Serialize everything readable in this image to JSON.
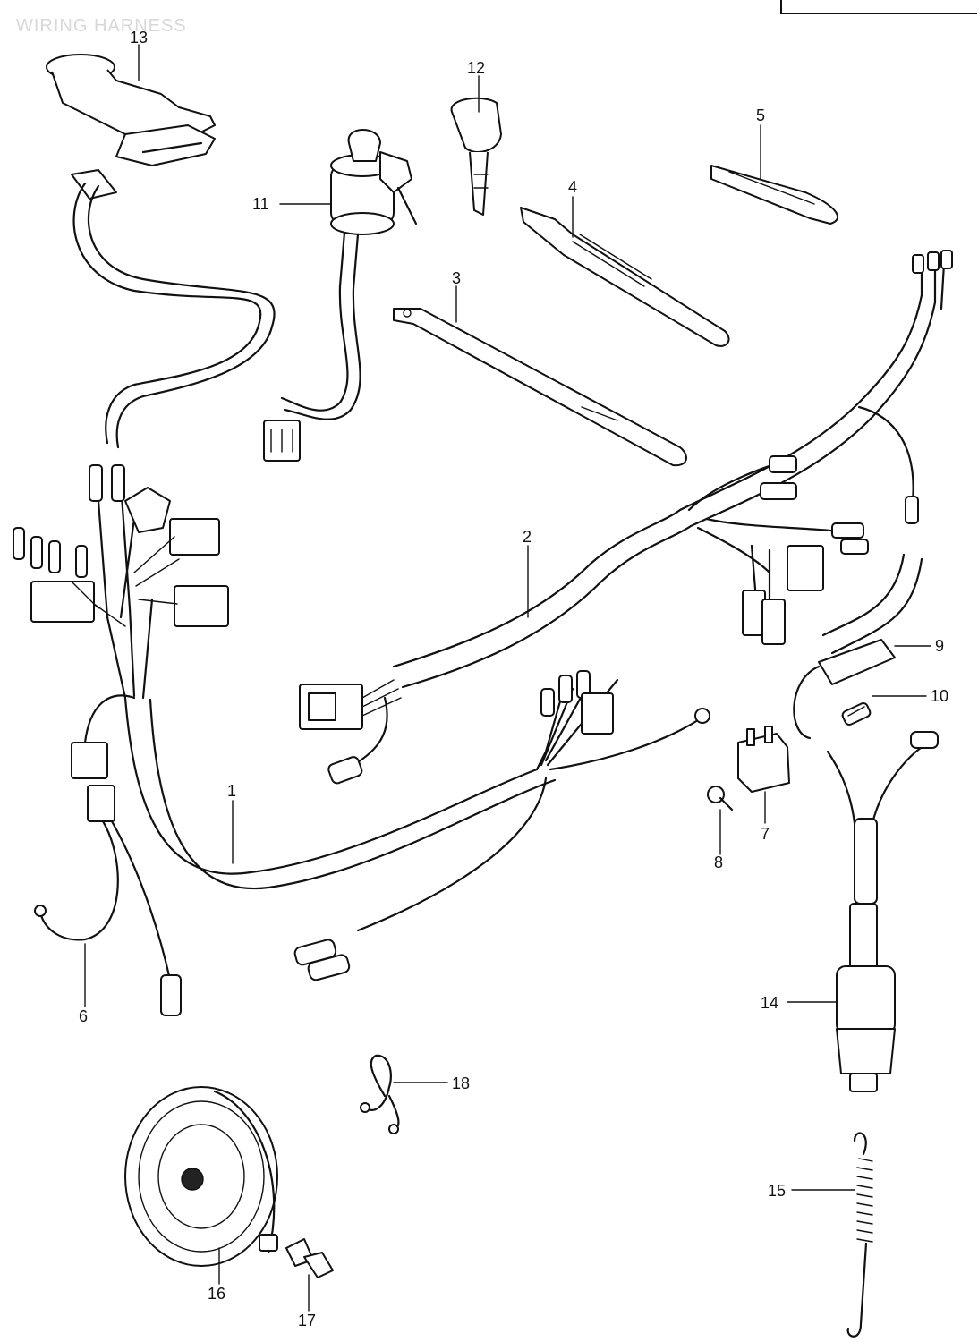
{
  "title": "WIRING HARNESS",
  "callouts": [
    {
      "id": "c1",
      "label": "1"
    },
    {
      "id": "c2",
      "label": "2"
    },
    {
      "id": "c3",
      "label": "3"
    },
    {
      "id": "c4",
      "label": "4"
    },
    {
      "id": "c5",
      "label": "5"
    },
    {
      "id": "c6",
      "label": "6"
    },
    {
      "id": "c7",
      "label": "7"
    },
    {
      "id": "c8",
      "label": "8"
    },
    {
      "id": "c9",
      "label": "9"
    },
    {
      "id": "c10",
      "label": "10"
    },
    {
      "id": "c11",
      "label": "11"
    },
    {
      "id": "c12",
      "label": "12"
    },
    {
      "id": "c13",
      "label": "13"
    },
    {
      "id": "c14",
      "label": "14"
    },
    {
      "id": "c15",
      "label": "15"
    },
    {
      "id": "c16",
      "label": "16"
    },
    {
      "id": "c17",
      "label": "17"
    },
    {
      "id": "c18",
      "label": "18"
    }
  ]
}
